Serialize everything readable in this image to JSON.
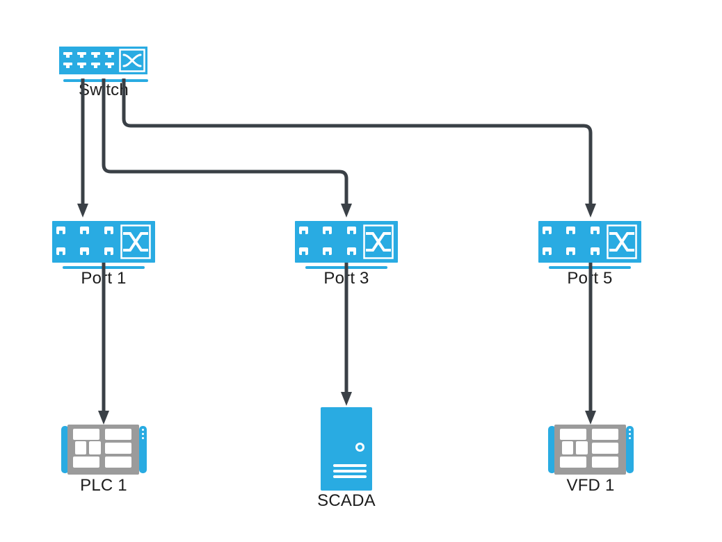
{
  "diagram": {
    "colors": {
      "node_blue": "#29abe2",
      "edge_dark": "#3a4046",
      "device_gray": "#9b9b9b",
      "label_text": "#1c1c1c",
      "background": "#ffffff"
    },
    "nodes": {
      "switch": {
        "label": "Switch",
        "icon": "ethernet-switch-icon"
      },
      "port1": {
        "label": "Port 1",
        "icon": "switch-port-icon"
      },
      "port3": {
        "label": "Port 3",
        "icon": "switch-port-icon"
      },
      "port5": {
        "label": "Port 5",
        "icon": "switch-port-icon"
      },
      "plc1": {
        "label": "PLC 1",
        "icon": "plc-rack-icon"
      },
      "scada": {
        "label": "SCADA",
        "icon": "server-tower-icon"
      },
      "vfd1": {
        "label": "VFD 1",
        "icon": "plc-rack-icon"
      }
    },
    "edges": [
      {
        "from": "Switch",
        "to": "Port 1"
      },
      {
        "from": "Switch",
        "to": "Port 3"
      },
      {
        "from": "Switch",
        "to": "Port 5"
      },
      {
        "from": "Port 1",
        "to": "PLC 1"
      },
      {
        "from": "Port 3",
        "to": "SCADA"
      },
      {
        "from": "Port 5",
        "to": "VFD 1"
      }
    ]
  }
}
